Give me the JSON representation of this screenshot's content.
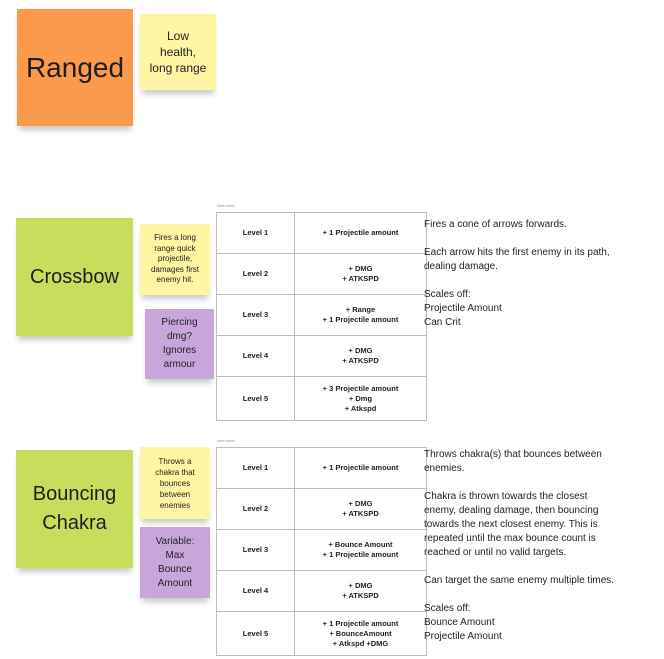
{
  "ranged": {
    "title": "Ranged",
    "note": "Low\nhealth,\nlong range"
  },
  "crossbow": {
    "title": "Crossbow",
    "note_yellow": "Fires a long\nrange quick\nprojectile,\ndamages first\nenemy hit.",
    "note_purple": "Piercing\ndmg?\nIgnores\narmour",
    "table_caption": "New table",
    "levels": [
      {
        "level": "Level 1",
        "effect": "+ 1 Projectile amount"
      },
      {
        "level": "Level 2",
        "effect": "+ DMG\n+ ATKSPD"
      },
      {
        "level": "Level 3",
        "effect": "+ Range\n+ 1 Projectile amount"
      },
      {
        "level": "Level 4",
        "effect": "+ DMG\n+ ATKSPD"
      },
      {
        "level": "Level 5",
        "effect": "+ 3 Projectile amount\n+ Dmg\n+ Atkspd"
      }
    ],
    "description": [
      "Fires a cone of arrows forwards.",
      "Each arrow hits the first enemy in its path,\ndealing damage.",
      "Scales off:\nProjectile Amount\nCan Crit"
    ]
  },
  "chakra": {
    "title": "Bouncing\nChakra",
    "note_yellow": "Throws a\nchakra that\nbounces\nbetween\nenemies",
    "note_purple": "Variable:\nMax\nBounce\nAmount",
    "table_caption": "New table",
    "levels": [
      {
        "level": "Level 1",
        "effect": "+ 1 Projectile amount"
      },
      {
        "level": "Level 2",
        "effect": "+ DMG\n+ ATKSPD"
      },
      {
        "level": "Level 3",
        "effect": "+ Bounce Amount\n+ 1 Projectile amount"
      },
      {
        "level": "Level 4",
        "effect": "+ DMG\n+ ATKSPD"
      },
      {
        "level": "Level 5",
        "effect": "+ 1 Projectile amount\n+ BounceAmount\n+ Atkspd +DMG"
      }
    ],
    "description": [
      "Throws chakra(s) that bounces between\nenemies.",
      "Chakra is thrown towards the closest\nenemy, dealing damage, then bouncing\ntowards the next closest enemy. This is\nrepeated until the max bounce count is\nreached or until no valid targets.",
      "Can target the same enemy multiple times.",
      "Scales off:\nBounce Amount\nProjectile Amount"
    ]
  }
}
